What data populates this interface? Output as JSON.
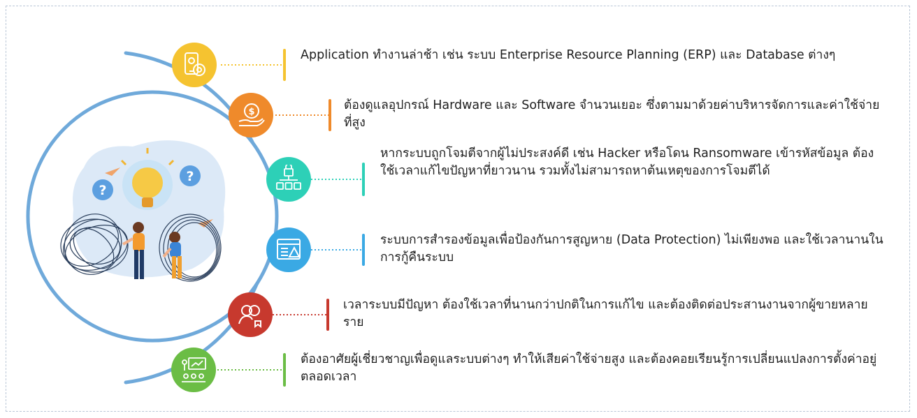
{
  "colors": {
    "arc": "#6fa9da",
    "yellow": "#f5c330",
    "orange": "#ef8a2b",
    "teal": "#2dd0b7",
    "blue": "#3aa9e4",
    "red": "#c7392e",
    "green": "#6bbd45"
  },
  "items": [
    {
      "text": "Application ทำงานล่าช้า เช่น ระบบ Enterprise Resource Planning (ERP) และ Database ต่างๆ",
      "icon": "mobile-settings-icon",
      "color": "yellow"
    },
    {
      "text": "ต้องดูแลอุปกรณ์ Hardware และ Software จำนวนเยอะ ซึ่งตามมาด้วยค่าบริหารจัดการและค่าใช้จ่ายที่สูง",
      "icon": "dollar-hand-icon",
      "color": "orange"
    },
    {
      "text": "หากระบบถูกโจมตีจากผู้ไม่ประสงค์ดี เช่น Hacker หรือโดน Ransomware เข้ารหัสข้อมูล ต้องใช้เวลาแก้ไขปัญหาที่ยาวนาน รวมทั้งไม่สามารถหาต้นเหตุของการโจมตีได้",
      "icon": "network-lock-icon",
      "color": "teal"
    },
    {
      "text": "ระบบการสำรองข้อมูลเพื่อป้องกันการสูญหาย (Data Protection) ไม่เพียงพอ และใช้เวลานานในการกู้คืนระบบ",
      "icon": "data-warning-icon",
      "color": "blue"
    },
    {
      "text": "เวลาระบบมีปัญหา ต้องใช้เวลาที่นานกว่าปกติในการแก้ไข และต้องติดต่อประสานงานจากผู้ขายหลายราย",
      "icon": "people-chat-icon",
      "color": "red"
    },
    {
      "text": "ต้องอาศัยผู้เชี่ยวชาญเพื่อดูแลระบบต่างๆ ทำให้เสียค่าใช้จ่ายสูง และต้องคอยเรียนรู้การเปลี่ยนแปลงการตั้งค่าอยู่ตลอดเวลา",
      "icon": "presentation-icon",
      "color": "green"
    }
  ]
}
